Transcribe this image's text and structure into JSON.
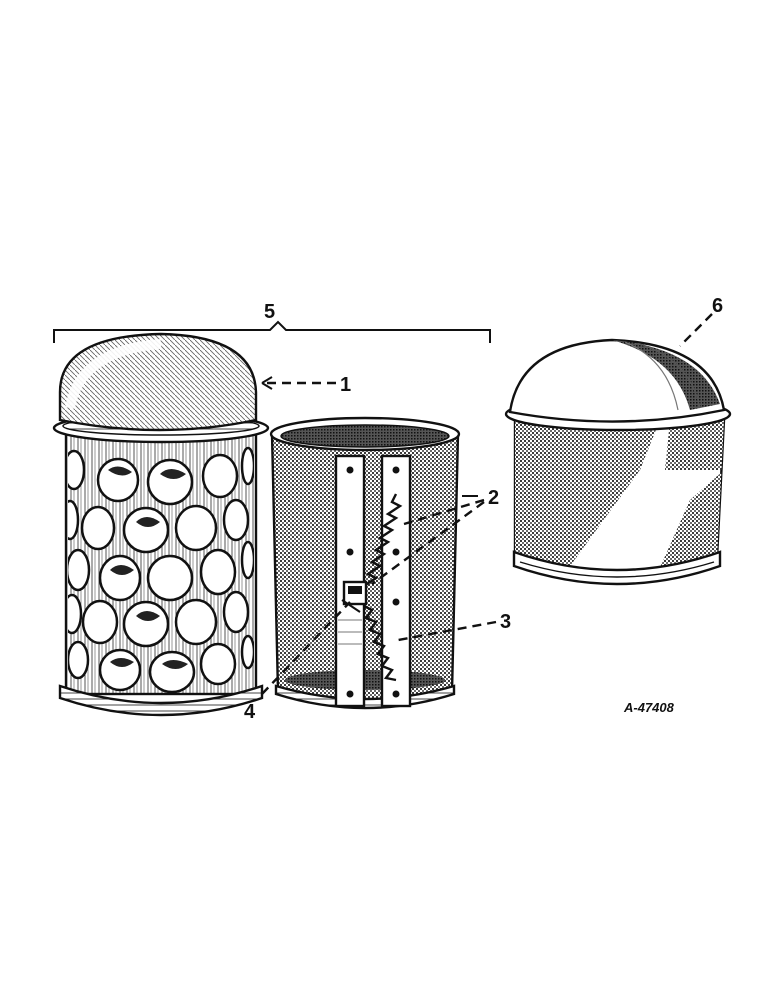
{
  "callouts": {
    "c1": "1",
    "c2": "2",
    "c3": "3",
    "c4": "4",
    "c5": "5",
    "c6": "6"
  },
  "figure_code": "A-47408",
  "colors": {
    "ink": "#111111",
    "paper": "#ffffff"
  }
}
